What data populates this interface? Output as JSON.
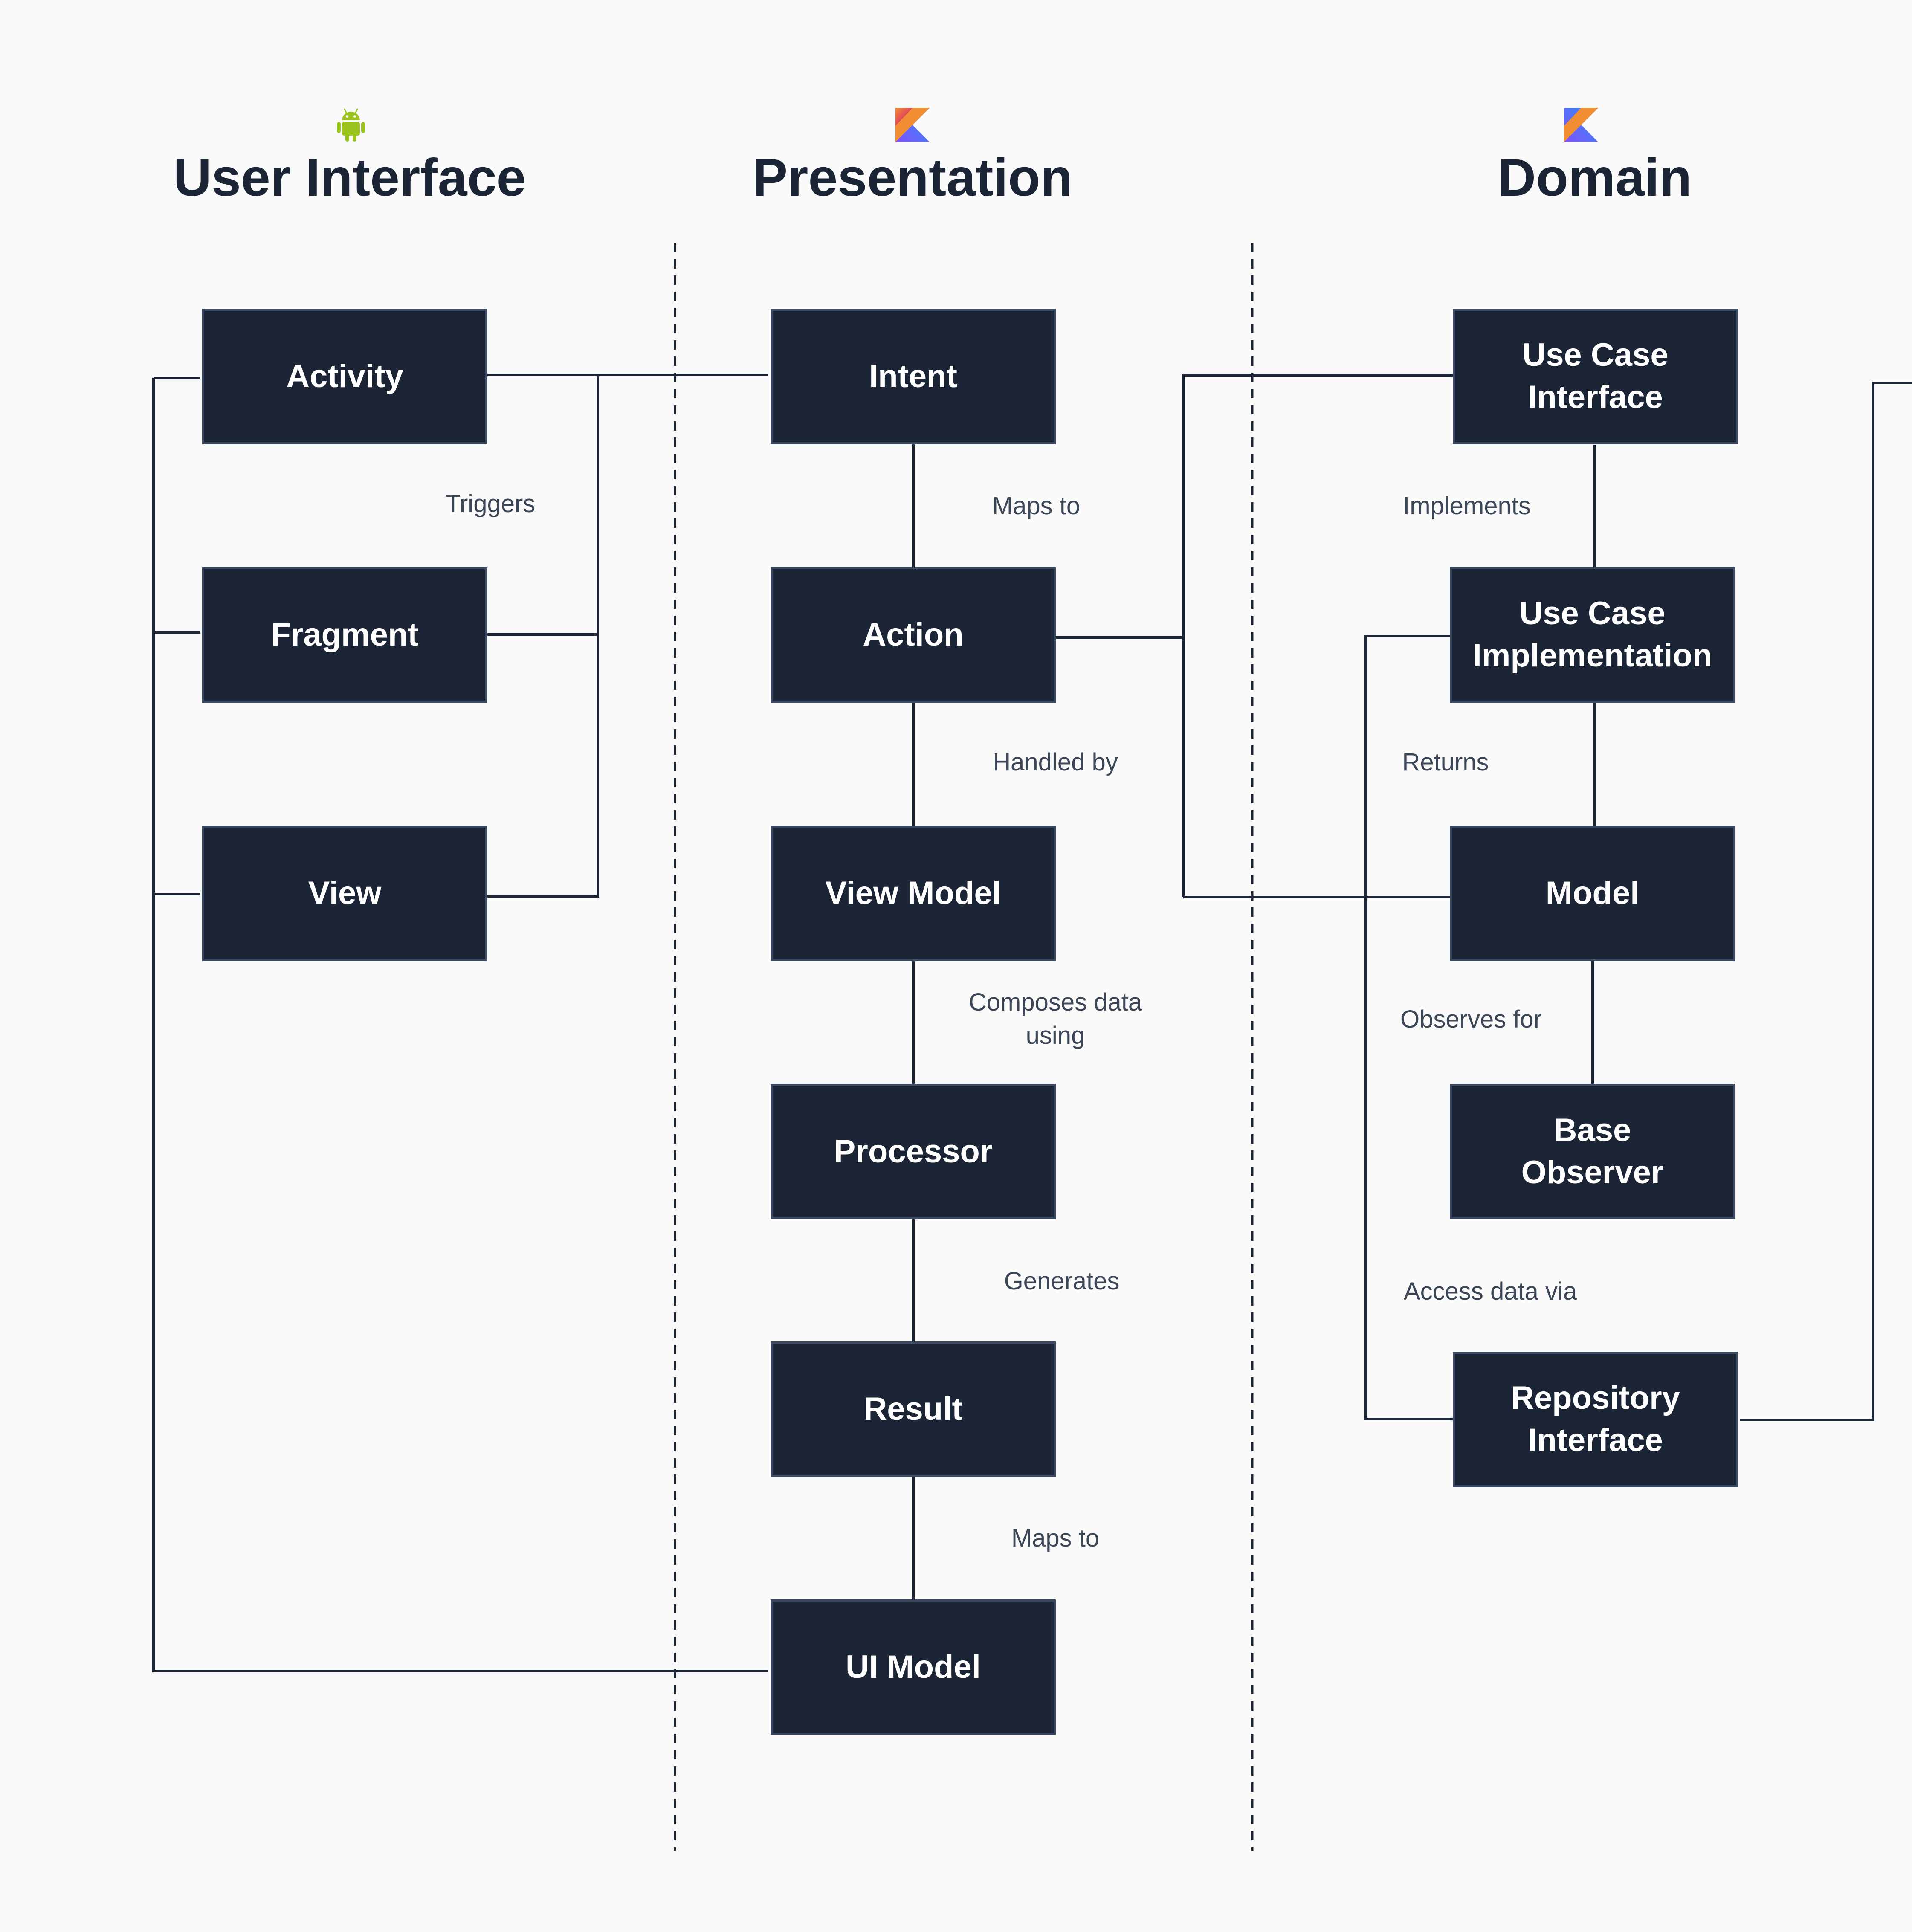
{
  "columns": {
    "ui": {
      "title": "User Interface",
      "icon": "android-icon"
    },
    "presentation": {
      "title": "Presentation",
      "icon": "kotlin-icon"
    },
    "domain": {
      "title": "Domain",
      "icon": "kotlin-icon"
    }
  },
  "nodes": {
    "activity": "Activity",
    "fragment": "Fragment",
    "view": "View",
    "intent": "Intent",
    "action": "Action",
    "view_model": "View Model",
    "processor": "Processor",
    "result": "Result",
    "ui_model": "UI Model",
    "use_case_interface": "Use Case\nInterface",
    "use_case_implementation": "Use Case\nImplementation",
    "model": "Model",
    "base_observer": "Base\nObserver",
    "repository_interface": "Repository\nInterface"
  },
  "edge_labels": {
    "triggers": "Triggers",
    "maps_to_1": "Maps to",
    "handled_by": "Handled by",
    "composes_data_using": "Composes data\nusing",
    "generates": "Generates",
    "maps_to_2": "Maps to",
    "implements": "Implements",
    "returns": "Returns",
    "observes_for": "Observes for",
    "access_data_via": "Access data via"
  },
  "colors": {
    "background": "#fafafa",
    "node_fill": "#1c2535",
    "node_border": "#3a4a63",
    "node_text": "#ffffff",
    "title_text": "#1c2535",
    "label_text": "#3b4657",
    "android_green": "#9bc31e",
    "kotlin_orange": "#f18e33",
    "kotlin_purple": "#7f52ff",
    "kotlin_blue": "#2c8ff0"
  }
}
